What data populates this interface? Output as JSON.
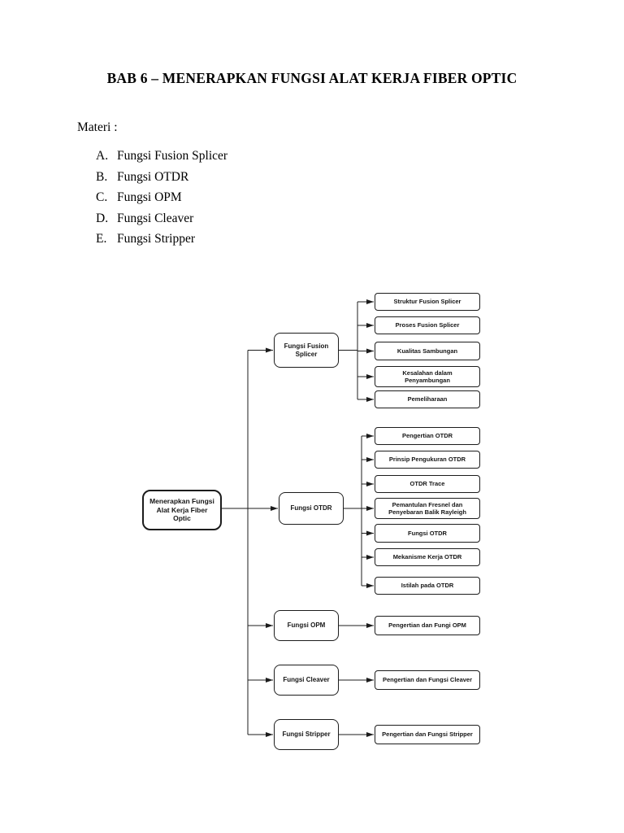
{
  "page": {
    "title": "BAB 6 – MENERAPKAN FUNGSI ALAT KERJA FIBER OPTIC",
    "materi_label": "Materi :",
    "materi_items": [
      {
        "letter": "A.",
        "text": "Fungsi Fusion Splicer"
      },
      {
        "letter": "B.",
        "text": "Fungsi OTDR"
      },
      {
        "letter": "C.",
        "text": "Fungsi OPM"
      },
      {
        "letter": "D.",
        "text": "Fungsi Cleaver"
      },
      {
        "letter": "E.",
        "text": "Fungsi Stripper"
      }
    ]
  },
  "diagram": {
    "root": {
      "label": "Menerapkan Fungsi\nAlat Kerja Fiber\nOptic"
    },
    "branches": [
      {
        "label": "Fungsi Fusion\nSplicer",
        "children": [
          "Struktur Fusion Splicer",
          "Proses Fusion Splicer",
          "Kualitas Sambungan",
          "Kesalahan dalam\nPenyambungan",
          "Pemeliharaan"
        ]
      },
      {
        "label": "Fungsi OTDR",
        "children": [
          "Pengertian OTDR",
          "Prinsip Pengukuran OTDR",
          "OTDR Trace",
          "Pemantulan Fresnel dan\nPenyebaran Balik Rayleigh",
          "Fungsi OTDR",
          "Mekanisme Kerja OTDR",
          "Istilah pada OTDR"
        ]
      },
      {
        "label": "Fungsi OPM",
        "children": [
          "Pengertian dan Fungi OPM"
        ]
      },
      {
        "label": "Fungsi Cleaver",
        "children": [
          "Pengertian dan Fungsi Cleaver"
        ]
      },
      {
        "label": "Fungsi Stripper",
        "children": [
          "Pengertian dan Fungsi Stripper"
        ]
      }
    ],
    "line_color": "#1c1c1c",
    "box_fill": "#ffffff"
  }
}
